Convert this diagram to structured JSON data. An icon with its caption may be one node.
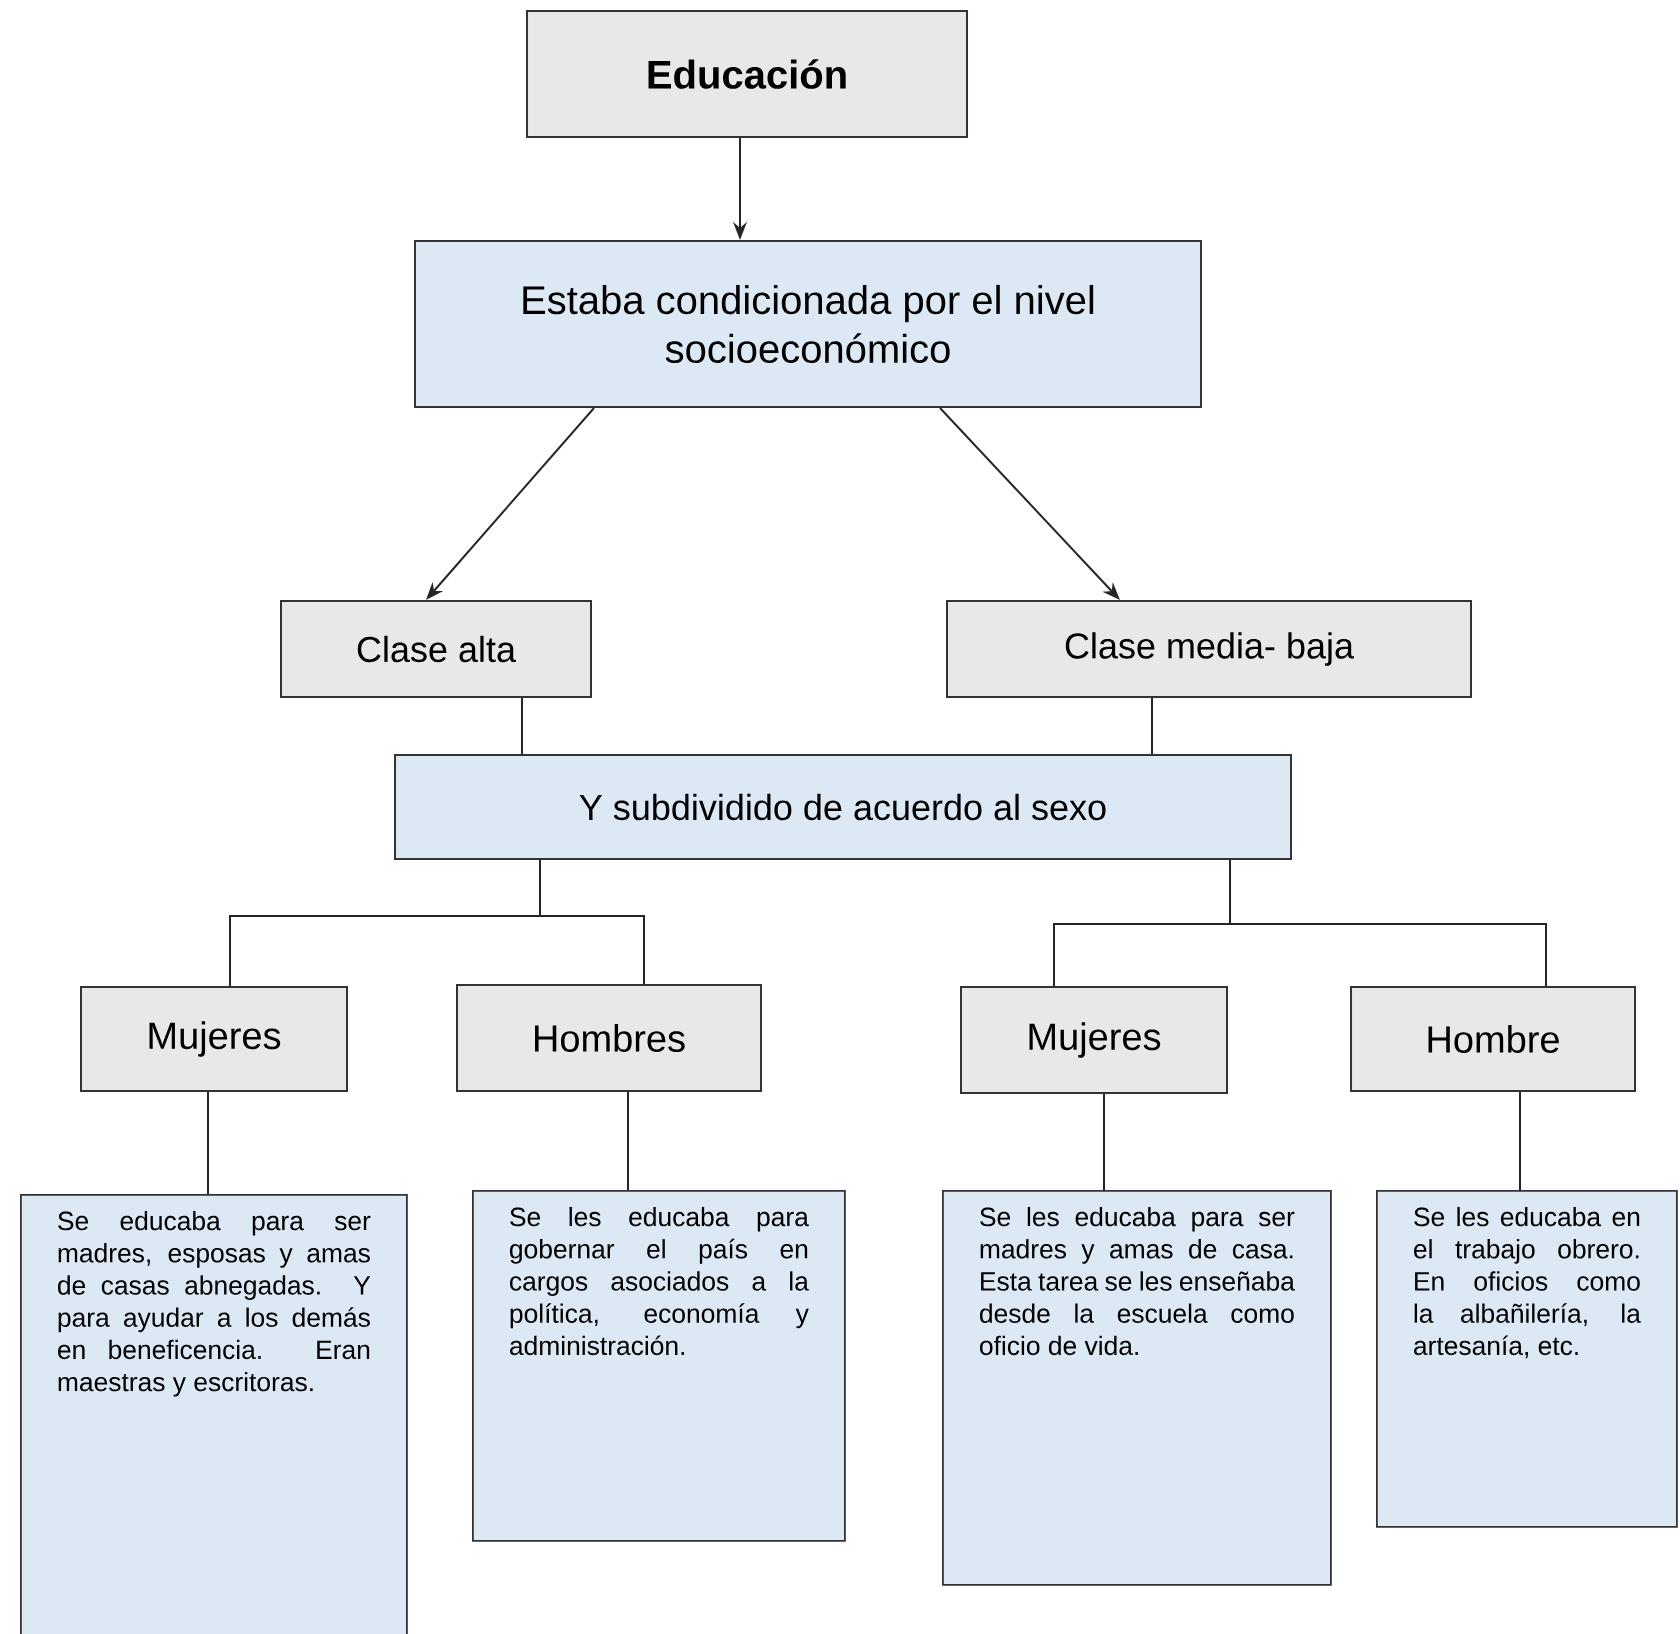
{
  "diagram": {
    "nodes": [
      {
        "text": [
          "Educación"
        ]
      },
      {
        "text": [
          "Estaba condicionada por el nivel socioeconómico"
        ]
      },
      {
        "text": [
          "Clase alta"
        ]
      },
      {
        "text": [
          "Clase media- baja"
        ]
      },
      {
        "text": [
          "Y subdividido de acuerdo al sexo"
        ]
      },
      {
        "text": [
          "Mujeres"
        ]
      },
      {
        "text": [
          "Hombres"
        ]
      },
      {
        "text": [
          "Mujeres"
        ]
      },
      {
        "text": [
          "Hombre"
        ]
      },
      {
        "text": [
          "Se educaba para ser madres, esposas y amas de casas abnegadas. Y para ayudar a los demás en beneficencia. Eran maestras y escritoras."
        ]
      },
      {
        "text": [
          "Se les educaba para gobernar el país en cargos asociados a la política, economía y administración."
        ]
      },
      {
        "text": [
          "Se les educaba para ser madres y amas de casa. Esta tarea se les enseñaba desde la escuela como oficio de vida."
        ]
      },
      {
        "text": [
          "Se les educaba en el trabajo obrero. En oficios como la albañilería, la artesanía, etc."
        ]
      }
    ],
    "edges": [
      {
        "from": 0,
        "to": 1,
        "arrow": "to"
      },
      {
        "from": 1,
        "to": 2,
        "arrow": "to"
      },
      {
        "from": 1,
        "to": 3,
        "arrow": "to"
      },
      {
        "from": 2,
        "to": 4,
        "arrow": "none"
      },
      {
        "from": 3,
        "to": 4,
        "arrow": "none"
      },
      {
        "from": 4,
        "to": 5,
        "arrow": "none"
      },
      {
        "from": 4,
        "to": 6,
        "arrow": "none"
      },
      {
        "from": 4,
        "to": 7,
        "arrow": "none"
      },
      {
        "from": 4,
        "to": 8,
        "arrow": "none"
      },
      {
        "from": 5,
        "to": 9,
        "arrow": "none"
      },
      {
        "from": 6,
        "to": 10,
        "arrow": "none"
      },
      {
        "from": 7,
        "to": 11,
        "arrow": "none"
      },
      {
        "from": 8,
        "to": 12,
        "arrow": "none"
      }
    ]
  }
}
